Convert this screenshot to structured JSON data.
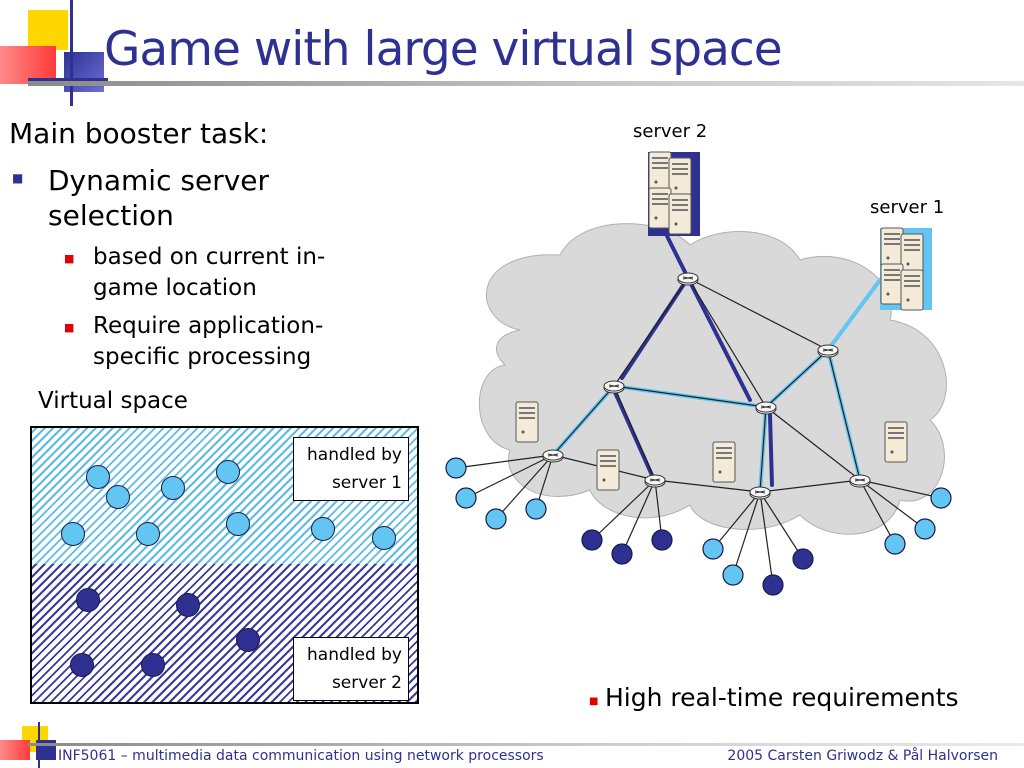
{
  "slide": {
    "title": "Game with large virtual space",
    "heading": "Main booster task:",
    "bullets": [
      {
        "text": "Dynamic server selection",
        "sub": [
          "based on current in-game location",
          "Require application-specific processing"
        ]
      }
    ],
    "virtual_space": {
      "label": "Virtual space",
      "zone1_label_line1": "handled by",
      "zone1_label_line2": "server 1",
      "zone2_label_line1": "handled by",
      "zone2_label_line2": "server 2"
    },
    "network": {
      "server2_label": "server 2",
      "server1_label": "server 1"
    },
    "bottom_bullet": "High real-time requirements",
    "footer": {
      "left": "INF5061 – multimedia data communication using network processors",
      "right": "2005 Carsten Griwodz & Pål Halvorsen"
    }
  },
  "colors": {
    "title": "#2e3192",
    "server1": "#63c5f2",
    "server2": "#2e3192",
    "bullet_red": "#e00000",
    "cloud": "#d9d9d9"
  }
}
